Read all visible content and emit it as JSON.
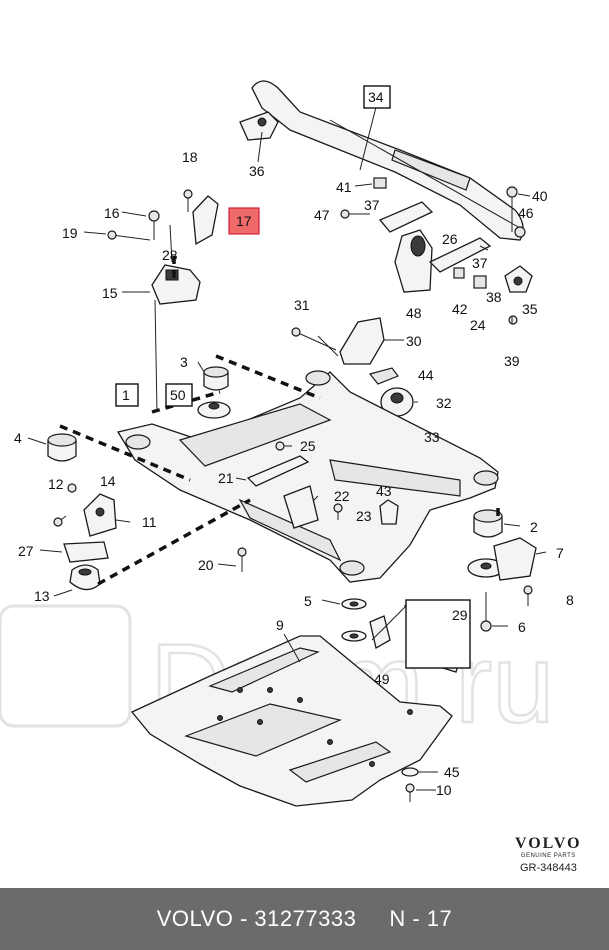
{
  "diagram": {
    "callouts": [
      "34",
      "36",
      "18",
      "16",
      "17",
      "19",
      "28",
      "15",
      "41",
      "37",
      "47",
      "26",
      "48",
      "40",
      "46",
      "42",
      "24",
      "38",
      "35",
      "39",
      "31",
      "30",
      "44",
      "32",
      "33",
      "3",
      "50",
      "1",
      "4",
      "25",
      "21",
      "22",
      "23",
      "43",
      "12",
      "14",
      "11",
      "27",
      "13",
      "20",
      "2",
      "7",
      "8",
      "5",
      "6",
      "29",
      "9",
      "49",
      "45",
      "10"
    ],
    "highlighted_callout": "17",
    "boxed_callouts": [
      "34",
      "50",
      "1",
      "29",
      "17"
    ]
  },
  "brand": {
    "logo": "VOLVO",
    "subtitle": "GENUINE PARTS",
    "reference": "GR-348443"
  },
  "watermark": {
    "text": "Drom.ru"
  },
  "footer": {
    "text": "VOLVO - 31277333     N - 17"
  },
  "colors": {
    "highlight": "#f06a6a",
    "footer_bg": "#6b6b6b"
  }
}
